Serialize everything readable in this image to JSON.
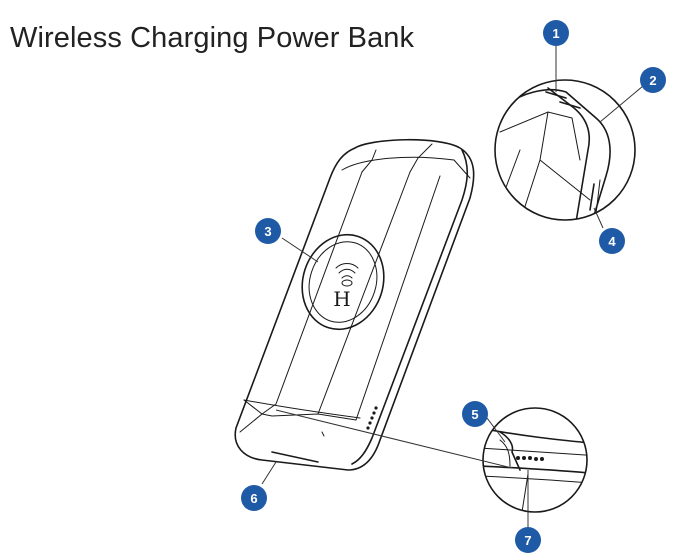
{
  "title": "Wireless Charging Power Bank",
  "logo_letter": "H",
  "callouts": [
    {
      "label": "1"
    },
    {
      "label": "2"
    },
    {
      "label": "3"
    },
    {
      "label": "4"
    },
    {
      "label": "5"
    },
    {
      "label": "6"
    },
    {
      "label": "7"
    }
  ],
  "colors": {
    "callout_fill": "#1f5aa6",
    "line": "#1a1a1a",
    "title": "#222222"
  }
}
